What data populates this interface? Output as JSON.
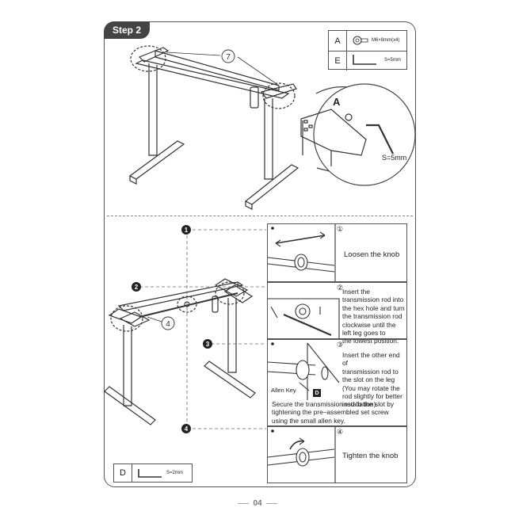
{
  "step": {
    "label": "Step 2"
  },
  "parts": [
    {
      "letter": "A",
      "spec": "M6×8mm(x4)",
      "icon": "bolt-icon"
    },
    {
      "letter": "E",
      "spec": "S=5mm",
      "icon": "allen-key-icon"
    }
  ],
  "part_d": {
    "letter": "D",
    "spec": "S=2mm",
    "icon": "allen-key-icon"
  },
  "top_detail": {
    "label_a": "A",
    "label_size": "S=5mm",
    "callout7": "7"
  },
  "middle": {
    "callout4": "4"
  },
  "steps": [
    {
      "num": "1",
      "sub_num": "①",
      "text": "Loosen the knob"
    },
    {
      "num": "2",
      "sub_num": "②",
      "text_lines": [
        "Insert the",
        "transmission rod into",
        "the hex hole and turn",
        "the transmission rod",
        "clockwise until the",
        "left leg goes to",
        "the lowest position."
      ]
    },
    {
      "num": "3",
      "sub_num": "③",
      "text_lines": [
        "Insert the other end of",
        "transmission rod to",
        "the slot on the leg",
        "(You may rotate the",
        "rod slightly for better",
        "installation)."
      ],
      "allen_label": "Allen Key",
      "badge": "D",
      "note_lines": [
        "Secure the transmission rod to the slot by",
        "tightening the pre–assembled set screw",
        "using the small allen key."
      ]
    },
    {
      "num": "4",
      "sub_num": "④",
      "text": "Tighten the knob"
    }
  ],
  "page_number": "04"
}
